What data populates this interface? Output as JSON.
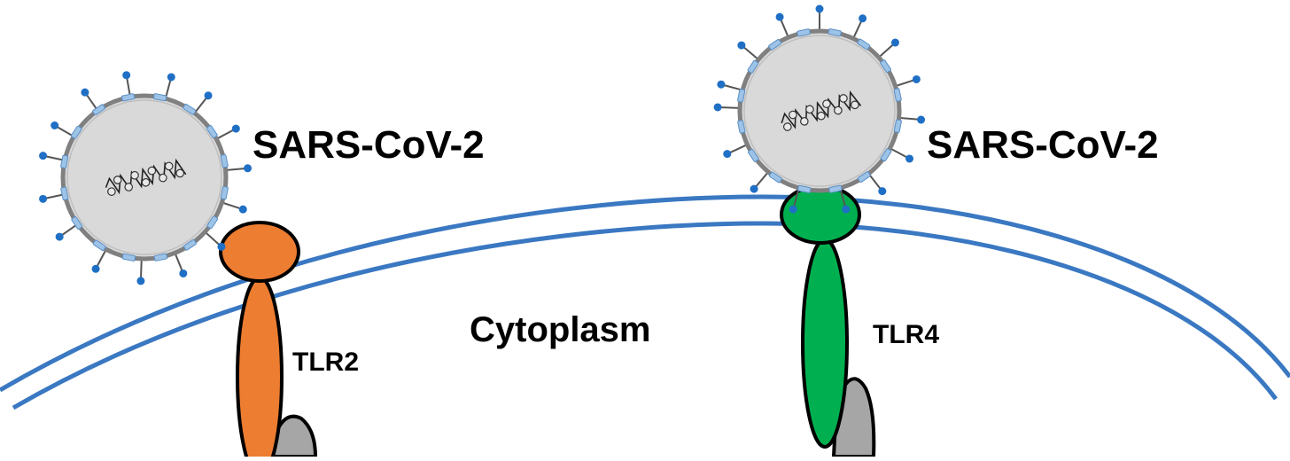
{
  "virus_left": {
    "label": "SARS-CoV-2"
  },
  "virus_right": {
    "label": "SARS-CoV-2"
  },
  "compartment": {
    "label": "Cytoplasm"
  },
  "receptor_left": {
    "label": "TLR2"
  },
  "receptor_right": {
    "label": "TLR4"
  },
  "colors": {
    "membrane": "#3a78c2",
    "tlr2": "#ed7d31",
    "tlr4": "#00b050",
    "adaptor": "#a6a6a6",
    "virion_fill": "#d9d9d9",
    "virion_envelope": "#808080",
    "spike_tip": "#1f6fc5",
    "envelope_protein": "#9dc3e6"
  }
}
